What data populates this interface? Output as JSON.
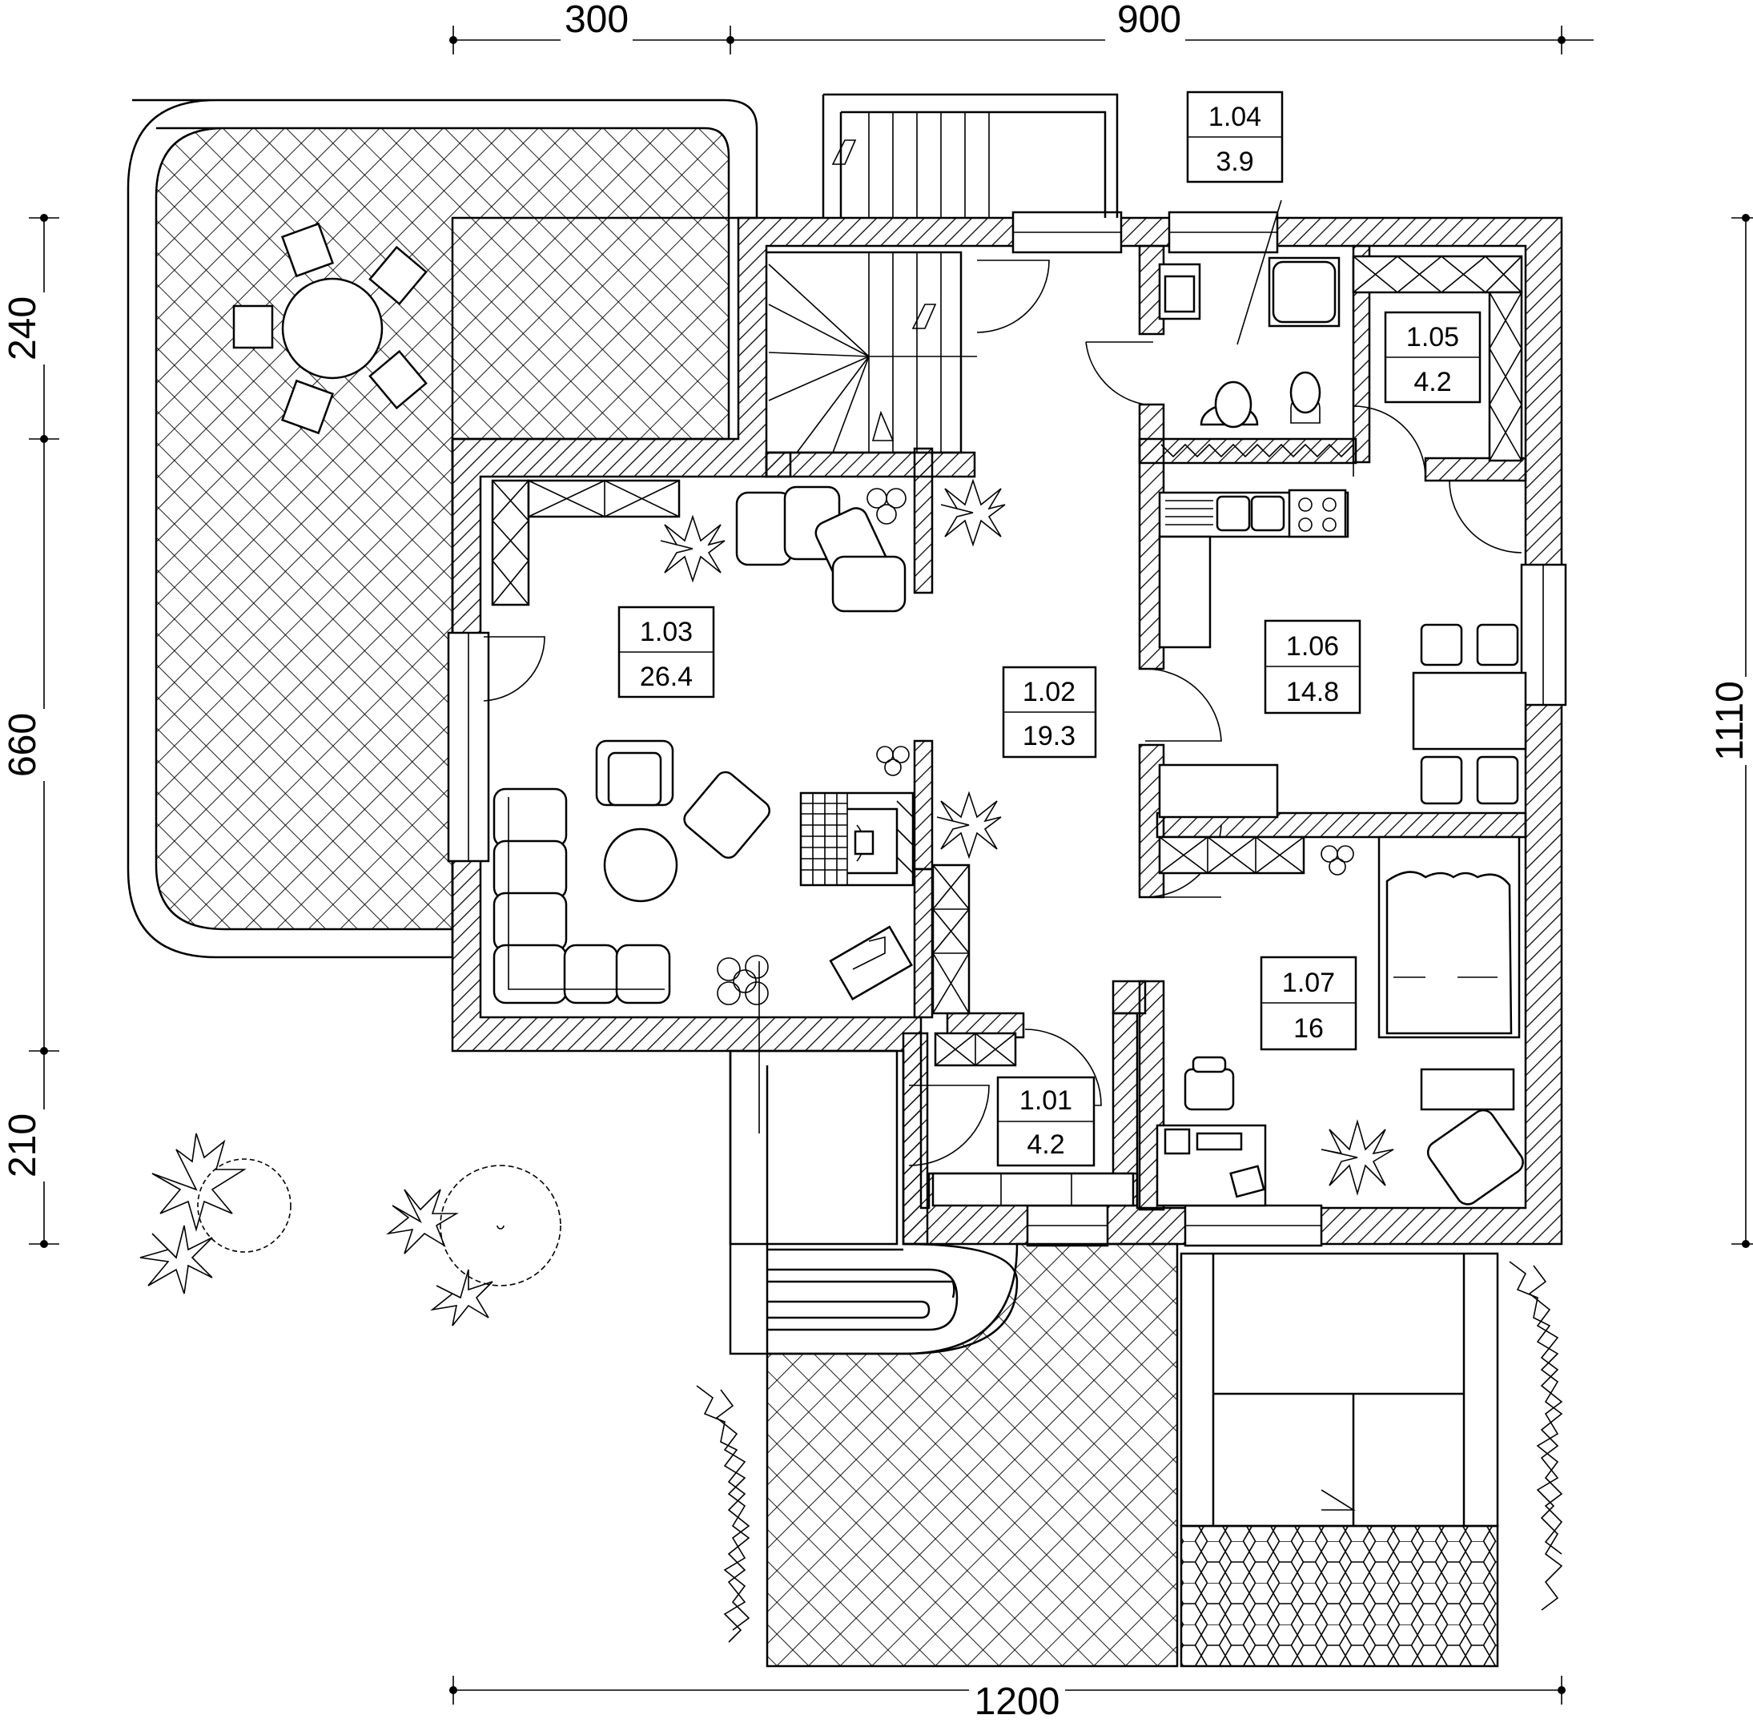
{
  "dimensions": {
    "top_left": "300",
    "top_right": "900",
    "bottom": "1200",
    "left_top": "240",
    "left_middle": "660",
    "left_bottom": "210",
    "right": "1110"
  },
  "rooms": [
    {
      "id": "1.01",
      "area": "4.2"
    },
    {
      "id": "1.02",
      "area": "19.3"
    },
    {
      "id": "1.03",
      "area": "26.4"
    },
    {
      "id": "1.04",
      "area": "3.9"
    },
    {
      "id": "1.05",
      "area": "4.2"
    },
    {
      "id": "1.06",
      "area": "14.8"
    },
    {
      "id": "1.07",
      "area": "16"
    }
  ],
  "colors": {
    "line": "#000000",
    "background": "#ffffff"
  }
}
